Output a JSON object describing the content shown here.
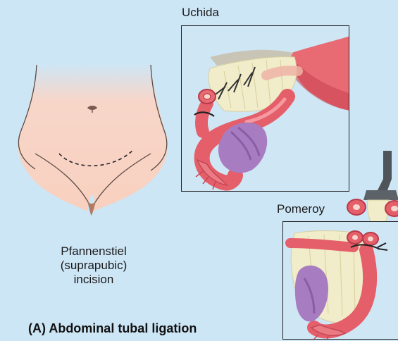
{
  "labels": {
    "uchida": "Uchida",
    "pomeroy": "Pomeroy",
    "incision_line1": "Pfannenstiel",
    "incision_line2": "(suprapubic)",
    "incision_line3": "incision",
    "caption": "(A) Abdominal tubal ligation"
  },
  "colors": {
    "background": "#cde6f6",
    "skin": "#f8d2c2",
    "tube": "#e8626c",
    "tube_dark": "#b83a48",
    "ovary": "#a77cc0",
    "mesosalpinx": "#f1eccb",
    "clamp": "#555a60"
  }
}
